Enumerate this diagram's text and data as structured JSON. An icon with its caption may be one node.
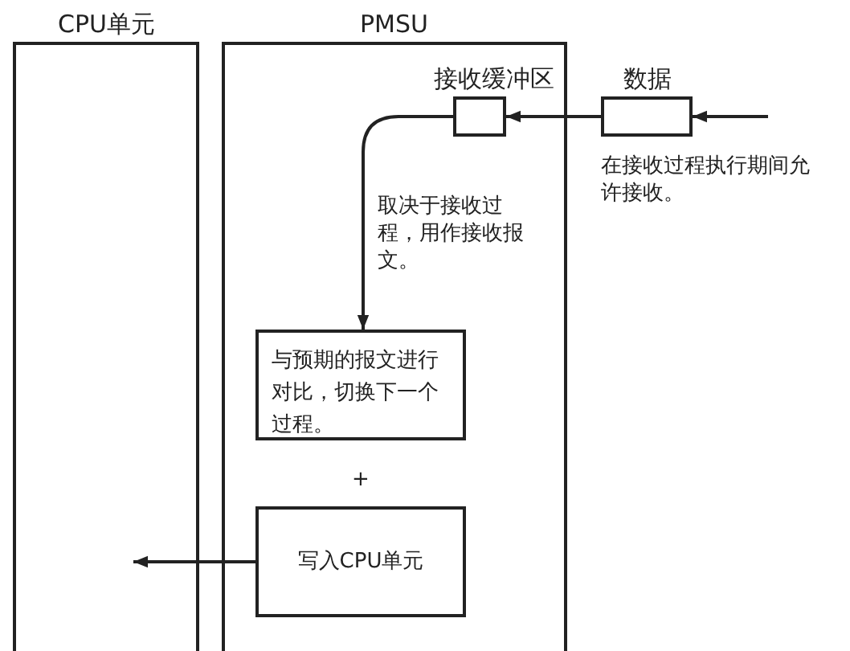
{
  "diagram": {
    "nodes": [
      {
        "text": [
          "CPU单元"
        ]
      },
      {
        "text": [
          "PMSU"
        ]
      },
      {
        "text": [
          "接收缓冲区"
        ],
        "in": 1
      },
      {
        "text": [
          "数据"
        ],
        "beside": [
          "在接收过程执行期间允许接收。"
        ]
      },
      {
        "text": [
          "与预期的报文进行对比，切换下一个过程。"
        ],
        "in": 1
      },
      {
        "text": [
          "写入CPU单元"
        ],
        "in": 1
      }
    ],
    "edges": [
      {
        "from": null,
        "to": 3,
        "arrow": "to"
      },
      {
        "from": 3,
        "to": 2,
        "arrow": "to"
      },
      {
        "from": 2,
        "to": 4,
        "arrow": "to",
        "label": "取决于接收过程，用作接收报文。"
      },
      {
        "from": 5,
        "to": 0,
        "arrow": "to"
      }
    ],
    "labels": [
      "+"
    ]
  }
}
